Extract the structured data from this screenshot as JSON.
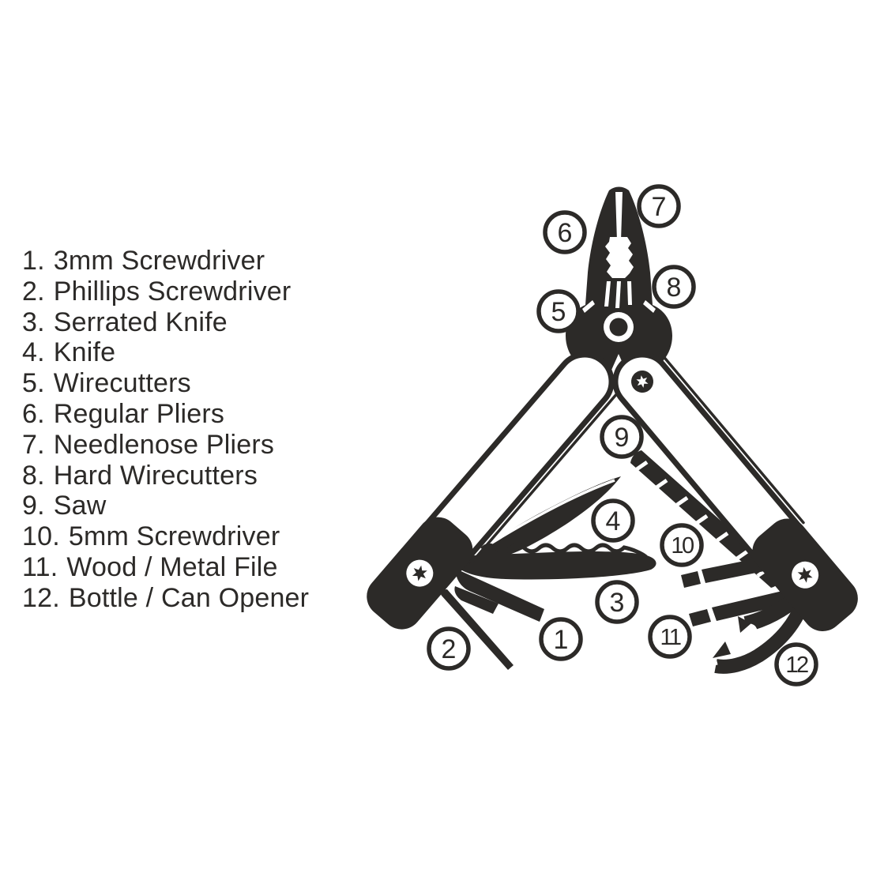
{
  "legend": {
    "items": [
      {
        "number": "1.",
        "label": "3mm Screwdriver"
      },
      {
        "number": "2.",
        "label": "Phillips Screwdriver"
      },
      {
        "number": "3.",
        "label": "Serrated Knife"
      },
      {
        "number": "4.",
        "label": "Knife"
      },
      {
        "number": "5.",
        "label": "Wirecutters"
      },
      {
        "number": "6.",
        "label": "Regular Pliers"
      },
      {
        "number": "7.",
        "label": "Needlenose Pliers"
      },
      {
        "number": "8.",
        "label": "Hard Wirecutters"
      },
      {
        "number": "9.",
        "label": "Saw"
      },
      {
        "number": "10.",
        "label": "5mm Screwdriver"
      },
      {
        "number": "11.",
        "label": "Wood / Metal File"
      },
      {
        "number": "12.",
        "label": "Bottle / Can Opener"
      }
    ]
  },
  "callouts": [
    {
      "num": "1"
    },
    {
      "num": "2"
    },
    {
      "num": "3"
    },
    {
      "num": "4"
    },
    {
      "num": "5"
    },
    {
      "num": "6"
    },
    {
      "num": "7"
    },
    {
      "num": "8"
    },
    {
      "num": "9"
    },
    {
      "num": "10"
    },
    {
      "num": "11"
    },
    {
      "num": "12"
    }
  ],
  "colors": {
    "ink": "#2c2a28",
    "background": "#ffffff"
  }
}
